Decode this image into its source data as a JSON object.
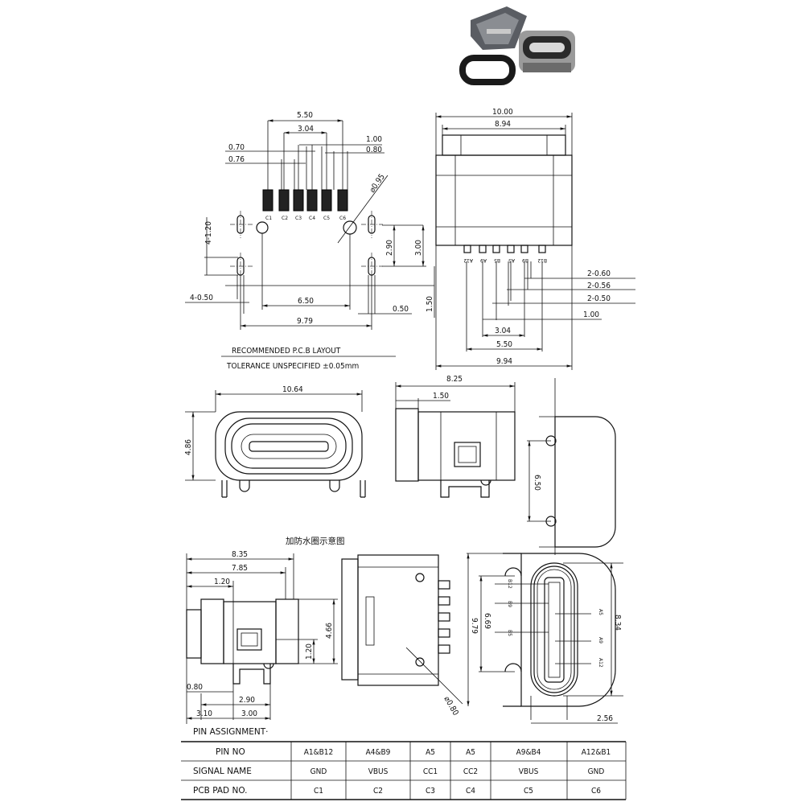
{
  "pcb_layout": {
    "dims": {
      "d550": "5.50",
      "d304": "3.04",
      "d100": "1.00",
      "d070": "0.70",
      "d076": "0.76",
      "d080": "0.80",
      "d095": "⌀0.95",
      "d4_120": "4-1.20",
      "d290": "2.90",
      "d300": "3.00",
      "d4_050": "4-0.50",
      "d650": "6.50",
      "d050": "0.50",
      "d150": "1.50",
      "d979": "9.79"
    },
    "pads": [
      "C1",
      "C2",
      "C3",
      "C4",
      "C5",
      "C6"
    ],
    "title": "RECOMMENDED P.C.B LAYOUT",
    "tolerance": "TOLERANCE UNSPECIFIED ±0.05mm"
  },
  "side_view": {
    "dims": {
      "d1000": "10.00",
      "d894": "8.94",
      "d2_060": "2-0.60",
      "d2_056": "2-0.56",
      "d2_050": "2-0.50",
      "d100": "1.00",
      "d304": "3.04",
      "d550": "5.50",
      "d994": "9.94"
    },
    "pins": [
      "A12",
      "A9",
      "B5",
      "A5",
      "B9",
      "B12"
    ]
  },
  "front_view": {
    "dims": {
      "d1064": "10.64",
      "d486": "4.86"
    }
  },
  "profile_view": {
    "dims": {
      "d825": "8.25",
      "d150": "1.50"
    }
  },
  "gasket_view": {
    "dims": {
      "d650": "6.50"
    }
  },
  "gasket_caption": "加防水圈示意图",
  "bottom_left": {
    "dims": {
      "d835": "8.35",
      "d785": "7.85",
      "d120a": "1.20",
      "d466": "4.66",
      "d120b": "1.20",
      "d080": "0.80",
      "d290": "2.90",
      "d310": "3.10",
      "d300": "3.00"
    }
  },
  "bottom_mid": {
    "dims": {
      "d080": "⌀0.80"
    }
  },
  "bottom_right": {
    "dims": {
      "d979": "9.79",
      "d669": "6.69",
      "d834": "8.34",
      "d256": "2.56"
    },
    "pins_left": [
      "B12",
      "B9",
      "B5"
    ],
    "pins_right": [
      "A5",
      "A9",
      "A12"
    ]
  },
  "pin_assignment": {
    "title": "PIN ASSIGNMENT·",
    "rows": [
      {
        "header": "PIN NO",
        "cells": [
          "A1&B12",
          "A4&B9",
          "A5",
          "A5",
          "A9&B4",
          "A12&B1"
        ]
      },
      {
        "header": "SIGNAL NAME",
        "cells": [
          "GND",
          "VBUS",
          "CC1",
          "CC2",
          "VBUS",
          "GND"
        ]
      },
      {
        "header": "PCB PAD NO.",
        "cells": [
          "C1",
          "C2",
          "C3",
          "C4",
          "C5",
          "C6"
        ]
      }
    ]
  }
}
